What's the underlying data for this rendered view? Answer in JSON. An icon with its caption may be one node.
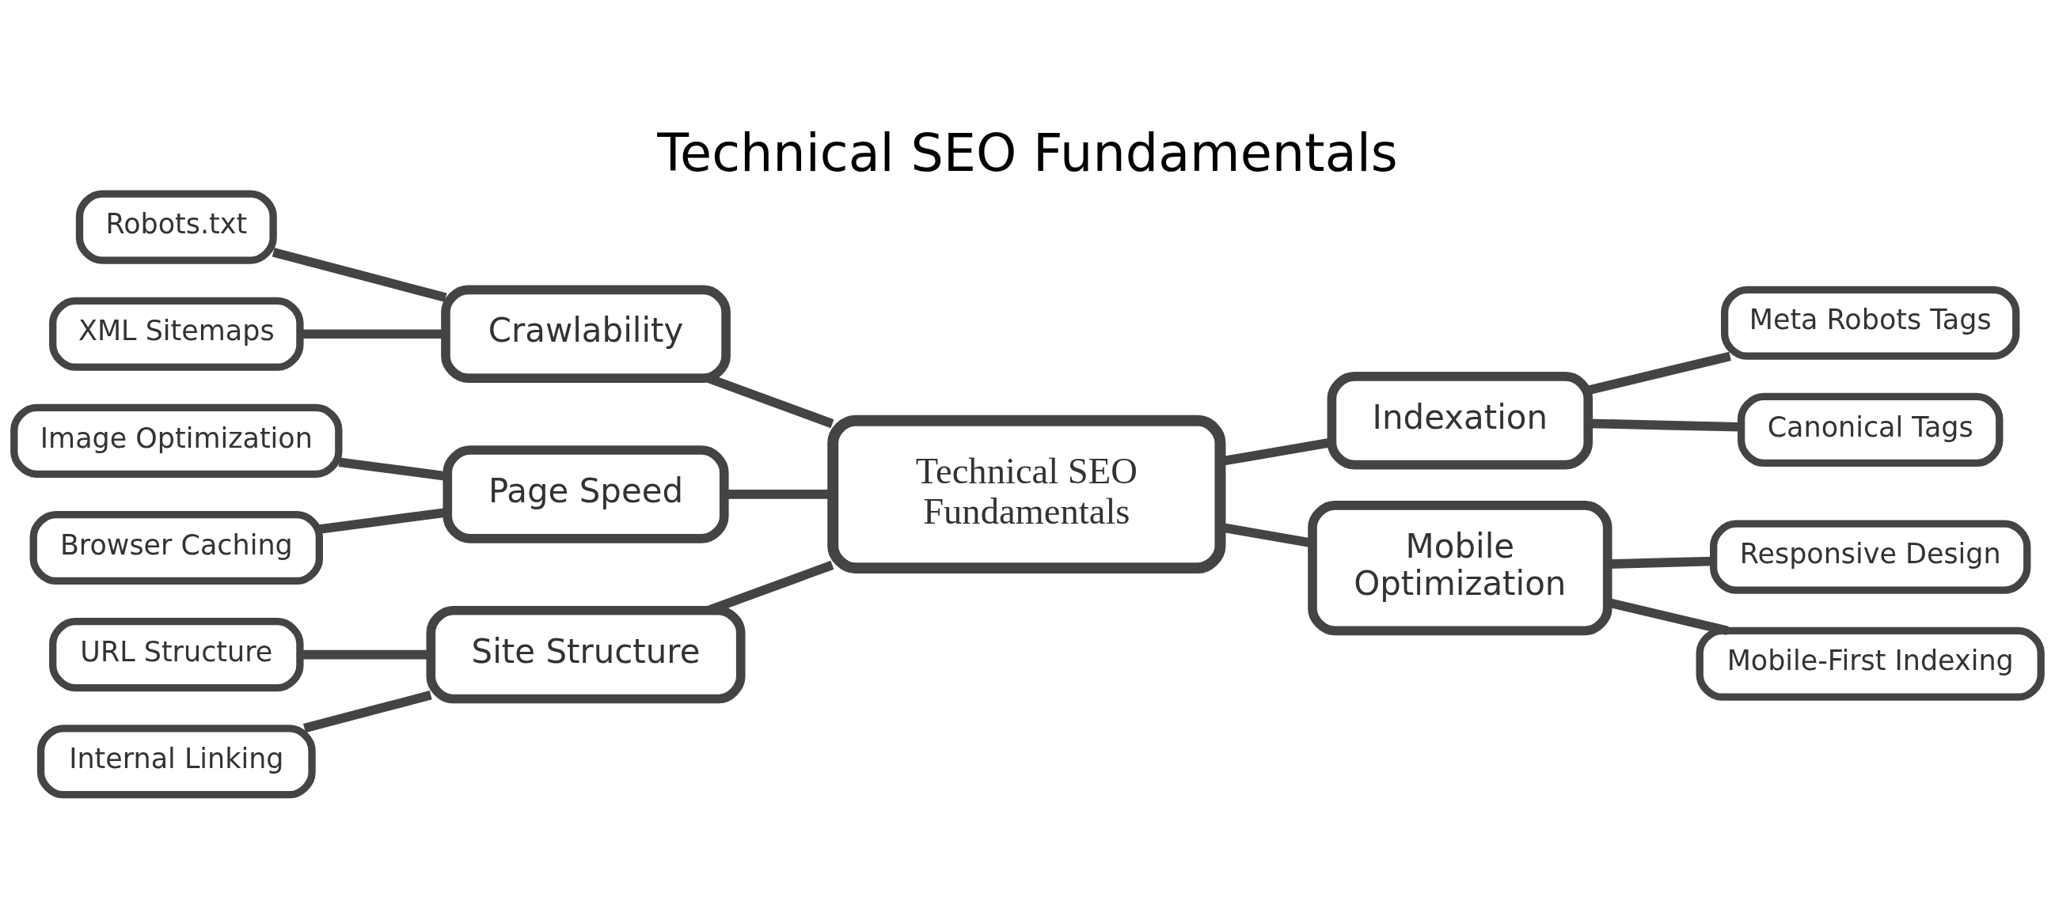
{
  "diagram": {
    "title": "Technical SEO Fundamentals",
    "nodes": [
      {
        "text": [
          "Technical SEO Fundamentals"
        ]
      },
      {
        "text": [
          "Crawlability"
        ]
      },
      {
        "text": [
          "Robots.txt"
        ]
      },
      {
        "text": [
          "XML Sitemaps"
        ]
      },
      {
        "text": [
          "Page Speed"
        ]
      },
      {
        "text": [
          "Image Optimization"
        ]
      },
      {
        "text": [
          "Browser Caching"
        ]
      },
      {
        "text": [
          "Site Structure"
        ]
      },
      {
        "text": [
          "URL Structure"
        ]
      },
      {
        "text": [
          "Internal Linking"
        ]
      },
      {
        "text": [
          "Indexation"
        ]
      },
      {
        "text": [
          "Meta Robots Tags"
        ]
      },
      {
        "text": [
          "Canonical Tags"
        ]
      },
      {
        "text": [
          "Mobile Optimization"
        ]
      },
      {
        "text": [
          "Responsive Design"
        ]
      },
      {
        "text": [
          "Mobile-First Indexing"
        ]
      }
    ],
    "edges": [
      {
        "from": 2,
        "to": 1,
        "arrow": "none"
      },
      {
        "from": 3,
        "to": 1,
        "arrow": "none"
      },
      {
        "from": 1,
        "to": 0,
        "arrow": "none"
      },
      {
        "from": 5,
        "to": 4,
        "arrow": "none"
      },
      {
        "from": 6,
        "to": 4,
        "arrow": "none"
      },
      {
        "from": 4,
        "to": 0,
        "arrow": "none"
      },
      {
        "from": 8,
        "to": 7,
        "arrow": "none"
      },
      {
        "from": 9,
        "to": 7,
        "arrow": "none"
      },
      {
        "from": 7,
        "to": 0,
        "arrow": "none"
      },
      {
        "from": 0,
        "to": 10,
        "arrow": "none"
      },
      {
        "from": 10,
        "to": 11,
        "arrow": "none"
      },
      {
        "from": 10,
        "to": 12,
        "arrow": "none"
      },
      {
        "from": 0,
        "to": 13,
        "arrow": "none"
      },
      {
        "from": 13,
        "to": 14,
        "arrow": "none"
      },
      {
        "from": 13,
        "to": 15,
        "arrow": "none"
      }
    ]
  }
}
